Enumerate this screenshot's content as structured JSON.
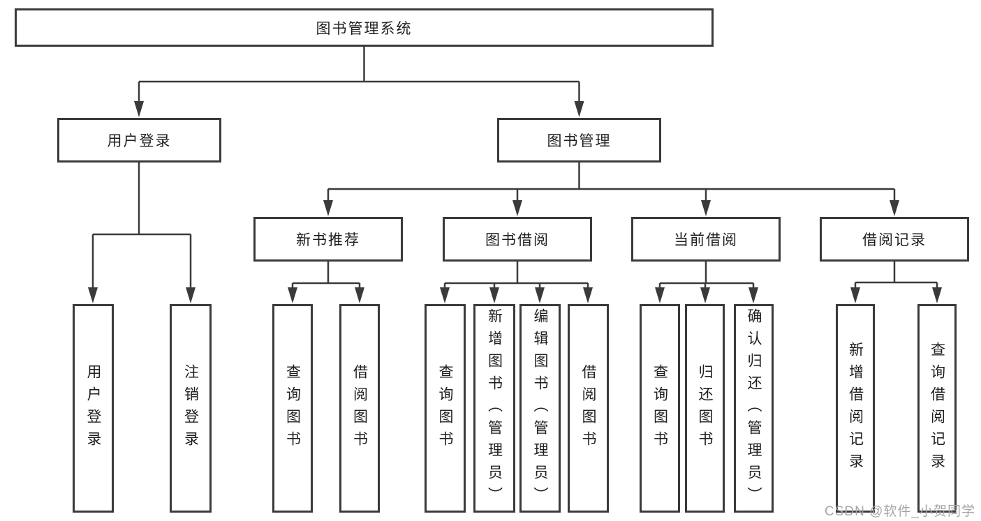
{
  "colors": {
    "line": "#3a3a3a",
    "box_border": "#3a3a3a",
    "text": "#1f1f1f",
    "watermark": "#a6a6a6",
    "background": "#ffffff"
  },
  "diagram": {
    "type": "hierarchy-tree",
    "root": {
      "label": "图书管理系统"
    },
    "level2": [
      {
        "label": "用户登录",
        "parent": "图书管理系统"
      },
      {
        "label": "图书管理",
        "parent": "图书管理系统"
      }
    ],
    "level3": [
      {
        "label": "新书推荐",
        "parent": "图书管理"
      },
      {
        "label": "图书借阅",
        "parent": "图书管理"
      },
      {
        "label": "当前借阅",
        "parent": "图书管理"
      },
      {
        "label": "借阅记录",
        "parent": "图书管理"
      }
    ],
    "leaves": [
      {
        "label": "用户登录",
        "parent": "用户登录"
      },
      {
        "label": "注销登录",
        "parent": "用户登录"
      },
      {
        "label": "查询图书",
        "parent": "新书推荐"
      },
      {
        "label": "借阅图书",
        "parent": "新书推荐"
      },
      {
        "label": "查询图书",
        "parent": "图书借阅"
      },
      {
        "label": "新增图书（管理员）",
        "parent": "图书借阅"
      },
      {
        "label": "编辑图书（管理员）",
        "parent": "图书借阅"
      },
      {
        "label": "借阅图书",
        "parent": "图书借阅"
      },
      {
        "label": "查询图书",
        "parent": "当前借阅"
      },
      {
        "label": "归还图书",
        "parent": "当前借阅"
      },
      {
        "label": "确认归还（管理员）",
        "parent": "当前借阅"
      },
      {
        "label": "新增借阅记录",
        "parent": "借阅记录"
      },
      {
        "label": "查询借阅记录",
        "parent": "借阅记录"
      }
    ]
  },
  "watermark": {
    "text": "CSDN @软件_小贺同学"
  }
}
